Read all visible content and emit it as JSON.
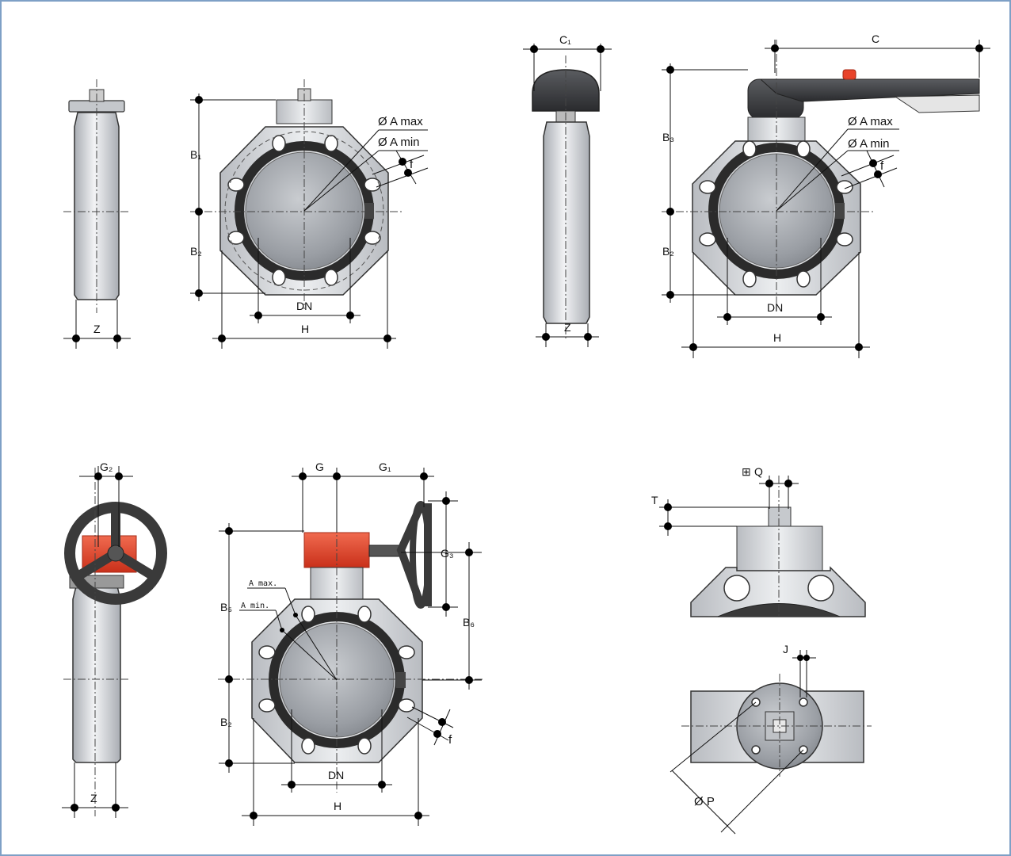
{
  "labels": {
    "z": "Z",
    "b1": "B₁",
    "b2": "B₂",
    "b3": "B₃",
    "b5": "B₅",
    "b6": "B₆",
    "dn": "DN",
    "h": "H",
    "a_max": "Ø A max",
    "a_min": "Ø A min",
    "f": "f",
    "c": "C",
    "c1": "C₁",
    "g": "G",
    "g1": "G₁",
    "g2": "G₂",
    "g3": "G₃",
    "a_max_small": "A max.",
    "a_min_small": "A min.",
    "t": "T",
    "q": "Q",
    "j": "J",
    "p": "Ø P"
  },
  "colors": {
    "frame": "#7ea0c6",
    "body": "#d8dade",
    "seal": "#2b2b2b",
    "handle": "#3a3a3a",
    "gearbox": "#e8432a"
  }
}
